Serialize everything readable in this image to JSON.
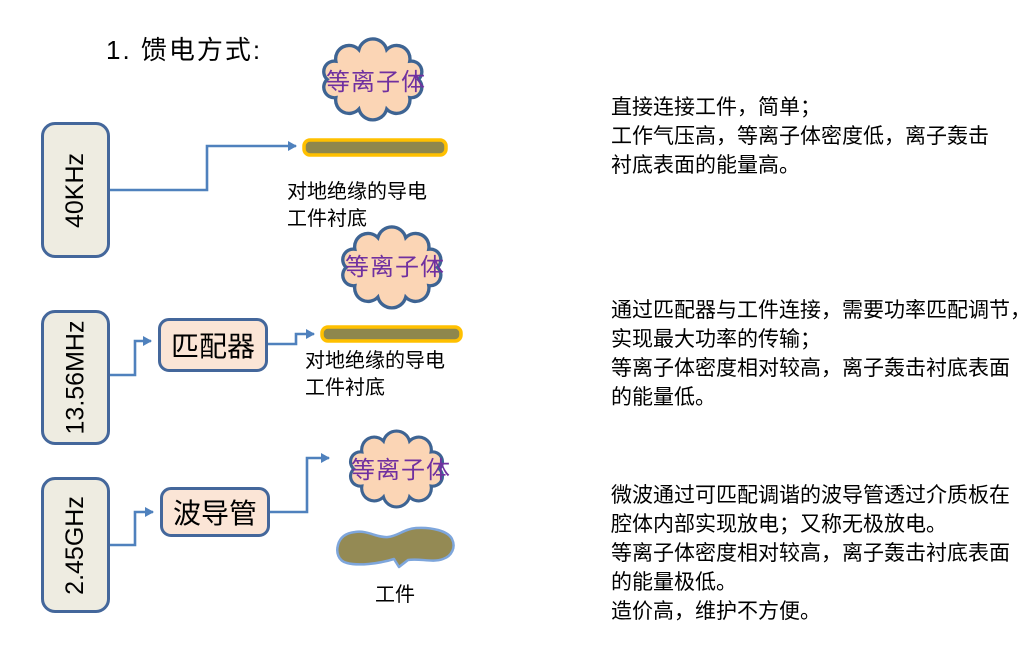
{
  "title": "1. 馈电方式:",
  "rows": [
    {
      "frequency": "40KHz",
      "plasma_label": "等离子体",
      "substrate_label": [
        "对地绝缘的导电",
        "工件衬底"
      ],
      "notes": [
        "直接连接工件，简单；",
        "工作气压高，等离子体密度低，离子轰击",
        "衬底表面的能量高。"
      ]
    },
    {
      "frequency": "13.56MHz",
      "component": "匹配器",
      "plasma_label": "等离子体",
      "substrate_label": [
        "对地绝缘的导电",
        "工件衬底"
      ],
      "notes": [
        "通过匹配器与工件连接，需要功率匹配调节，",
        "实现最大功率的传输；",
        "等离子体密度相对较高，离子轰击衬底表面",
        "的能量低。"
      ]
    },
    {
      "frequency": "2.45GHz",
      "component": "波导管",
      "plasma_label": "等离子体",
      "workpiece_label": "工件",
      "notes": [
        "微波通过可匹配调谐的波导管透过介质板在",
        "腔体内部实现放电；又称无极放电。",
        "等离子体密度相对较高，离子轰击衬底表面",
        "的能量极低。",
        "造价高，维护不方便。"
      ]
    }
  ],
  "colors": {
    "arrow": "#4F81BD",
    "box_border": "#44679B",
    "freq_box_fill": "#EEECE1",
    "component_box_fill": "#FBE5D6",
    "cloud_fill": "#FBD5B5",
    "cloud_text": "#7030A0",
    "electrode_fill": "#8E874D",
    "electrode_border": "#FFC000",
    "workpiece_fill": "#948A54",
    "workpiece_outline": "#7EA6DC",
    "text": "#000000"
  }
}
